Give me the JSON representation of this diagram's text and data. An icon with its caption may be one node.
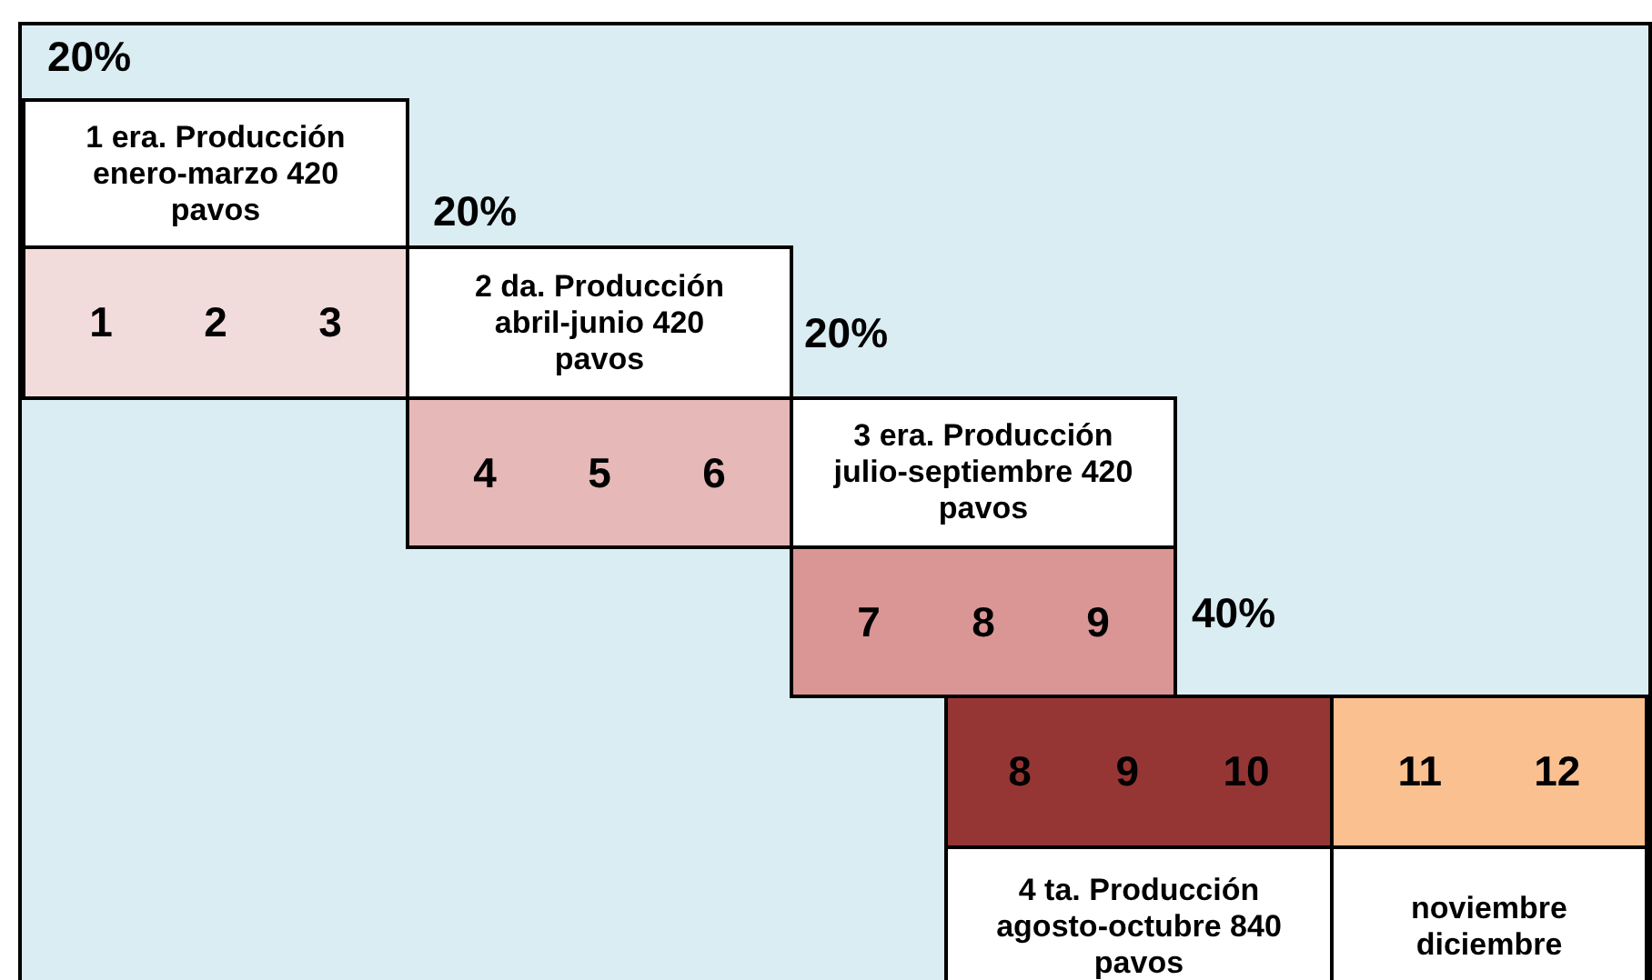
{
  "diagram": {
    "nodes": [
      {
        "text": [
          "1 era. Producción enero-marzo 420 pavos"
        ]
      },
      {
        "text": [
          "1",
          "2",
          "3"
        ]
      },
      {
        "text": [
          "2 da. Producción abril-junio 420 pavos"
        ]
      },
      {
        "text": [
          "4",
          "5",
          "6"
        ]
      },
      {
        "text": [
          "3 era. Producción julio-septiembre 420 pavos"
        ]
      },
      {
        "text": [
          "7",
          "8",
          "9"
        ]
      },
      {
        "text": [
          "8",
          "9",
          "10"
        ]
      },
      {
        "text": [
          "11",
          "12"
        ]
      },
      {
        "text": [
          "4 ta. Producción agosto-octubre 840  pavos"
        ]
      },
      {
        "text": [
          "noviembre diciembre"
        ]
      }
    ],
    "labels": [
      "20%",
      "20%",
      "20%",
      "40%"
    ]
  }
}
